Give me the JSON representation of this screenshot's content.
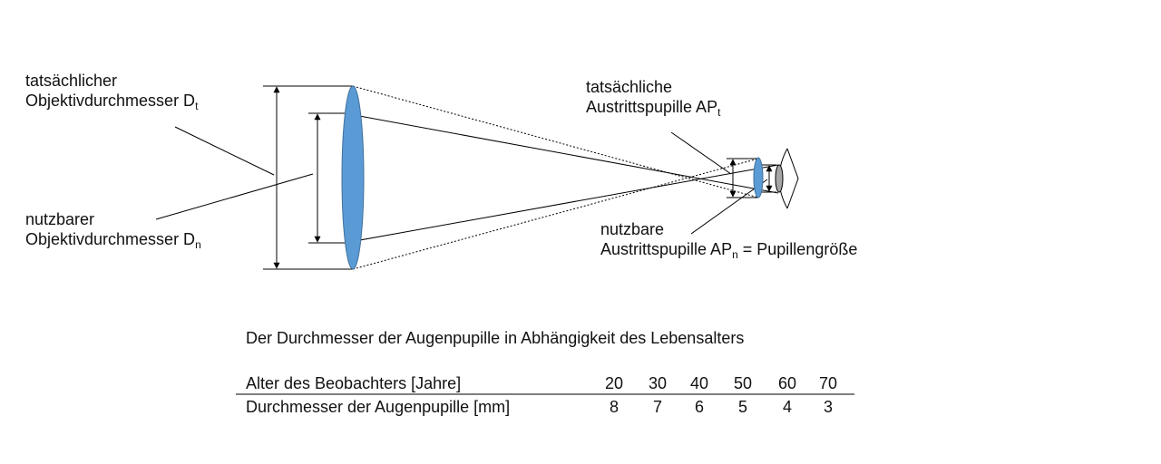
{
  "labels": {
    "objective_actual_1": "tatsächlicher",
    "objective_actual_2": "Objektivdurchmesser  D",
    "objective_actual_sub": "t",
    "objective_usable_1": "nutzbarer",
    "objective_usable_2": "Objektivdurchmesser  D",
    "objective_usable_sub": "n",
    "exit_actual_1": "tatsächliche",
    "exit_actual_2": "Austrittspupille  AP",
    "exit_actual_sub": "t",
    "exit_usable_1": "nutzbare",
    "exit_usable_2": "Austrittspupille  AP",
    "exit_usable_sub": "n",
    "exit_usable_suffix": " = Pupillengröße"
  },
  "table": {
    "title": "Der Durchmesser  der Augenpupille  in Abhängigkeit  des Lebensalters",
    "row1_label": "Alter des Beobachters [Jahre]",
    "row2_label": "Durchmesser  der Augenpupille  [mm]",
    "ages": [
      "20",
      "30",
      "40",
      "50",
      "60",
      "70"
    ],
    "diameters": [
      "8",
      "7",
      "6",
      "5",
      "4",
      "3"
    ]
  },
  "colors": {
    "lens": "#5b9bd5",
    "pupil": "#a6a6a6"
  }
}
